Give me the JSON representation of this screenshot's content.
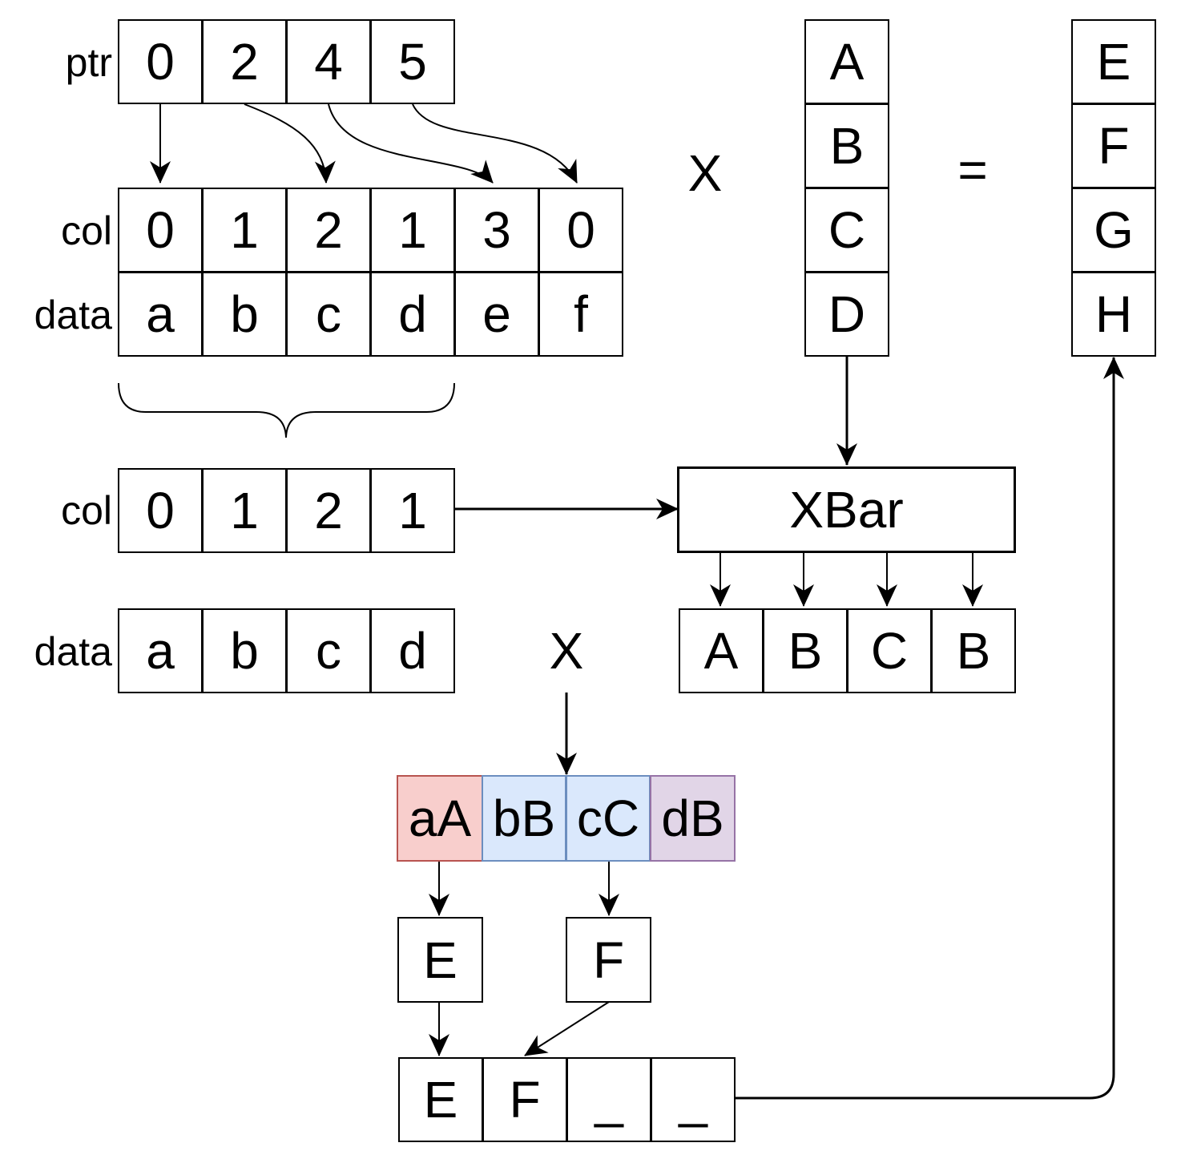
{
  "csr": {
    "ptr_label": "ptr",
    "ptr": [
      "0",
      "2",
      "4",
      "5"
    ],
    "col_label": "col",
    "col": [
      "0",
      "1",
      "2",
      "1",
      "3",
      "0"
    ],
    "data_label": "data",
    "data": [
      "a",
      "b",
      "c",
      "d",
      "e",
      "f"
    ]
  },
  "operators": {
    "multiply": "X",
    "equals": "=",
    "multiply2": "X"
  },
  "vector_in": [
    "A",
    "B",
    "C",
    "D"
  ],
  "vector_out": [
    "E",
    "F",
    "G",
    "H"
  ],
  "row0": {
    "col_label": "col",
    "col": [
      "0",
      "1",
      "2",
      "1"
    ],
    "data_label": "data",
    "data": [
      "a",
      "b",
      "c",
      "d"
    ]
  },
  "xbar": {
    "label": "XBar",
    "outputs": [
      "A",
      "B",
      "C",
      "B"
    ]
  },
  "products": [
    "aA",
    "bB",
    "cC",
    "dB"
  ],
  "partial": [
    "E",
    "F"
  ],
  "result": [
    "E",
    "F",
    "_",
    "_"
  ],
  "colors": {
    "red_fill": "#f8cecc",
    "red_stroke": "#b85450",
    "blue_fill": "#dae8fc",
    "blue_stroke": "#6c8ebf",
    "purple_fill": "#e1d5e7",
    "purple_stroke": "#9673a6"
  }
}
